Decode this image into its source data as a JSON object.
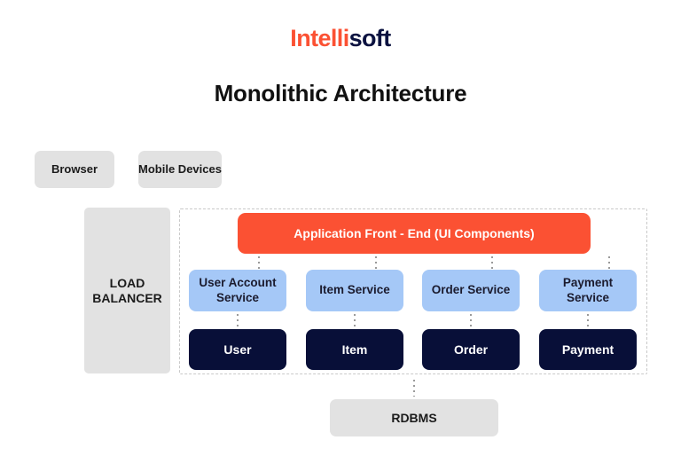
{
  "logo": {
    "part_a": "Intelli",
    "part_b": "soft",
    "color_a": "#fb5133",
    "color_b": "#0b1240"
  },
  "page_title": "Monolithic Architecture",
  "colors": {
    "accent_orange": "#fb5133",
    "service_blue": "#a5c8f7",
    "database_navy": "#080f38",
    "neutral_gray": "#e2e2e2",
    "dashed_border": "#c9c9c9",
    "connector_dot": "#9a9a9a"
  },
  "clients": [
    {
      "label": "Browser"
    },
    {
      "label": "Mobile Devices"
    }
  ],
  "load_balancer": {
    "label": "LOAD BALANCER"
  },
  "front_end": {
    "label": "Application Front - End (UI Components)"
  },
  "services": [
    {
      "label": "User Account Service"
    },
    {
      "label": "Item Service"
    },
    {
      "label": "Order Service"
    },
    {
      "label": "Payment Service"
    }
  ],
  "databases": [
    {
      "label": "User"
    },
    {
      "label": "Item"
    },
    {
      "label": "Order"
    },
    {
      "label": "Payment"
    }
  ],
  "storage": {
    "label": "RDBMS"
  }
}
